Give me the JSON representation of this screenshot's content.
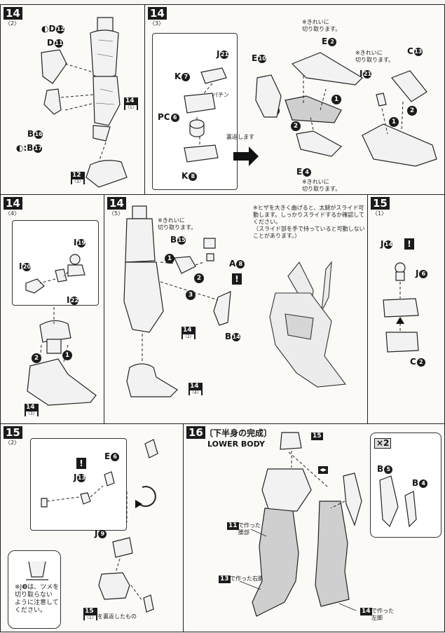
{
  "steps": {
    "s14_2": {
      "num": "14",
      "sub": "〈2〉",
      "labels": {
        "dp": "D",
        "dp_n": "12",
        "d": "D",
        "d_n": "11",
        "b": "B",
        "b_n": "16",
        "bp": ":B",
        "bp_n": "17"
      },
      "refs": {
        "r14": "14",
        "r14s": "〈1〉",
        "r12": "12",
        "r12s": "〈3〉"
      }
    },
    "s14_3": {
      "num": "14",
      "sub": "〈3〉",
      "labels": {
        "j": "J",
        "j_n": "21",
        "k7": "K",
        "k7_n": "7",
        "pc": "PC",
        "pc_n": "6",
        "k8": "K",
        "k8_n": "8",
        "e10": "E",
        "e10_n": "10",
        "e2": "E",
        "e2_n": "2",
        "e4": "E",
        "e4_n": "4",
        "c13": "C",
        "c13_n": "13",
        "i21": "I",
        "i21_n": "21"
      },
      "notes": {
        "cut1": "※きれいに\n切り取ります。",
        "cut2": "※きれいに\n切り取ります。",
        "cut3": "※きれいに\n切り取ります。",
        "flip": "裏返します",
        "snap": "パチン"
      }
    },
    "s14_4": {
      "num": "14",
      "sub": "〈4〉",
      "labels": {
        "i19": "I",
        "i19_n": "19",
        "i20": "I",
        "i20_n": "20",
        "i22": "I",
        "i22_n": "22"
      },
      "refs": {
        "r14": "14",
        "r14s": "〈3〉"
      }
    },
    "s14_5": {
      "num": "14",
      "sub": "〈5〉",
      "labels": {
        "b15": "B",
        "b15_n": "15",
        "a8": "A",
        "a8_n": "8",
        "b14": "B",
        "b14_n": "14"
      },
      "notes": {
        "cut": "※きれいに\n切り取ります。",
        "knee": "※ヒザを大きく曲げると、太腿がスライド可動します。しっかりスライドするか確認してください。\n（スライド部を手で持っていると可動しないことがあります。）"
      },
      "refs": {
        "r14a": "14",
        "r14as": "〈2〉",
        "r14b": "14",
        "r14bs": "〈4〉"
      }
    },
    "s15_1": {
      "num": "15",
      "sub": "〈1〉",
      "labels": {
        "j14": "J",
        "j14_n": "14",
        "j6": "J",
        "j6_n": "6",
        "c2": "C",
        "c2_n": "2"
      }
    },
    "s15_2": {
      "num": "15",
      "sub": "〈2〉",
      "labels": {
        "e6": "E",
        "e6_n": "6",
        "j13": "J",
        "j13_n": "13",
        "j9": "J",
        "j9_n": "9"
      },
      "notes": {
        "claw": "※J❾は、ツメを\n切り取らない\nように注意して\nください。",
        "flipped": "を裏返したもの"
      },
      "refs": {
        "r15": "15",
        "r15s": "〈1〉"
      }
    },
    "s16": {
      "num": "16",
      "title": "〔下半身の完成〕",
      "subtitle": "LOWER BODY",
      "labels": {
        "b5": "B",
        "b5_n": "5",
        "b4": "B",
        "b4_n": "4",
        "x2": "×2"
      },
      "notes": {
        "waist": "で作った\n腰部",
        "right": "で作った右脚",
        "left": "で作った\n左脚"
      },
      "refs": {
        "r15": "15",
        "r11": "11",
        "r13": "13",
        "r14": "14"
      }
    }
  },
  "warning": "!"
}
